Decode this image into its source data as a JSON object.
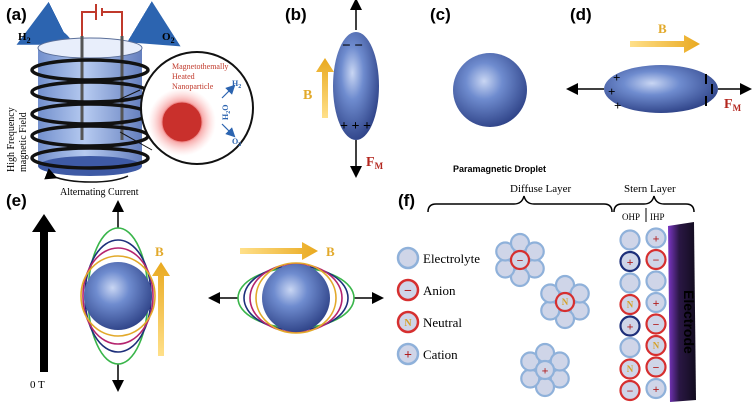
{
  "panels": {
    "a": {
      "label": "(a)",
      "h2": "H",
      "h2_sub": "2",
      "o2": "O",
      "o2_sub": "2",
      "field_line1": "High Frequency",
      "field_line2": "magnetic Field",
      "current": "Alternating Current",
      "np_line1": "Magnetothemally",
      "np_line2": "Heated",
      "np_line3": "Nanoparticle",
      "inset_h2": "H",
      "inset_h2_sub": "2",
      "inset_h2o": "H",
      "inset_h2o_sub": "2",
      "inset_h2o_o": "O",
      "inset_o2": "O",
      "inset_o2_sub": "2"
    },
    "b": {
      "label": "(b)",
      "B": "B",
      "F": "F",
      "F_sub": "M",
      "minus": "− −",
      "plus": "+ + +"
    },
    "c": {
      "label": "(c)",
      "caption": "Paramagnetic Droplet"
    },
    "d": {
      "label": "(d)",
      "B": "B",
      "F": "F",
      "F_sub": "M"
    },
    "e": {
      "label": "(e)",
      "B": "B",
      "field_zero": "0 T"
    },
    "f": {
      "label": "(f)",
      "diffuse": "Diffuse Layer",
      "stern": "Stern Layer",
      "ohp": "OHP",
      "ihp": "IHP",
      "electrode": "Electrode",
      "legend": [
        {
          "name": "Electrolyte"
        },
        {
          "name": "Anion",
          "symbol": "−"
        },
        {
          "name": "Neutral",
          "symbol": "N"
        },
        {
          "name": "Cation",
          "symbol": "+"
        }
      ],
      "ohp_column": [
        "",
        "+",
        "",
        "N",
        "+",
        "",
        "N",
        "−"
      ],
      "ihp_column": [
        "+",
        "−",
        "",
        "+",
        "−",
        "N",
        "−",
        "+"
      ]
    }
  },
  "colors": {
    "droplet": "#3f5fae",
    "gold": "#f2c14e",
    "anion_ring": "#d62f2f",
    "electrolyte": "#cfd5e8",
    "electrolyte_ring": "#8fb1da",
    "electrode": "#1d1630",
    "electrode_glow": "#8a3fd0"
  }
}
